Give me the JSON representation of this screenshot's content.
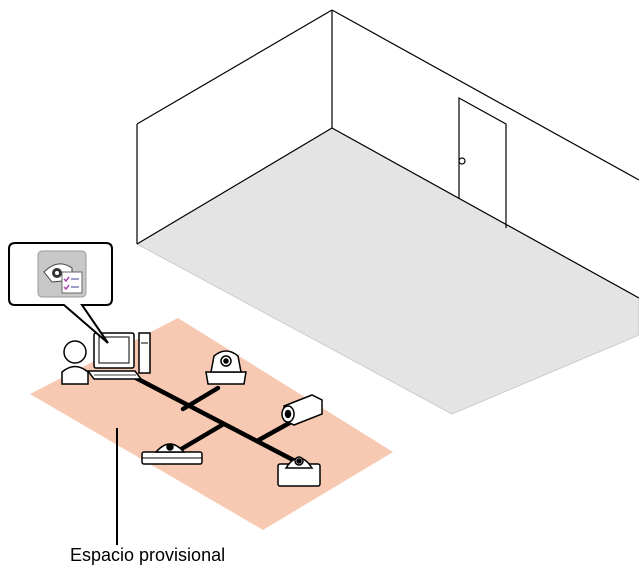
{
  "diagram": {
    "caption": "Espacio provisional",
    "colors": {
      "floor": "#e4e4e4",
      "provisional_area": "#f8c9b2",
      "line": "#000000",
      "device_fill": "#ffffff",
      "app_icon_bg": "#c8c8c8",
      "checkmark": "#b040b0"
    },
    "icons": [
      "room-outline",
      "door-icon",
      "app-settings-icon",
      "user-icon",
      "pc-icon",
      "ptz-camera-icon",
      "box-camera-icon",
      "dome-camera-icon",
      "network-cable"
    ]
  }
}
